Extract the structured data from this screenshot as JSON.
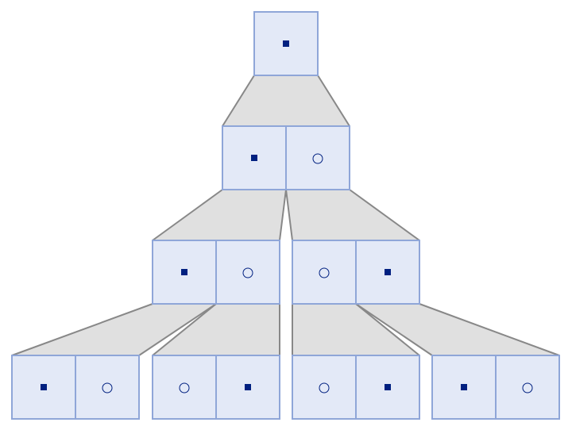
{
  "colors": {
    "cell_fill": "#e3e9f7",
    "cell_stroke": "#8fa6d8",
    "connector_fill": "#e0e0e0",
    "connector_stroke": "#888888",
    "symbol": "#002080"
  },
  "tree": {
    "levels": [
      [
        [
          "filled-square"
        ]
      ],
      [
        [
          "filled-square",
          "circle"
        ]
      ],
      [
        [
          "filled-square",
          "circle"
        ],
        [
          "circle",
          "filled-square"
        ]
      ],
      [
        [
          "filled-square",
          "circle"
        ],
        [
          "circle",
          "filled-square"
        ],
        [
          "circle",
          "filled-square"
        ],
        [
          "filled-square",
          "circle"
        ]
      ]
    ]
  }
}
